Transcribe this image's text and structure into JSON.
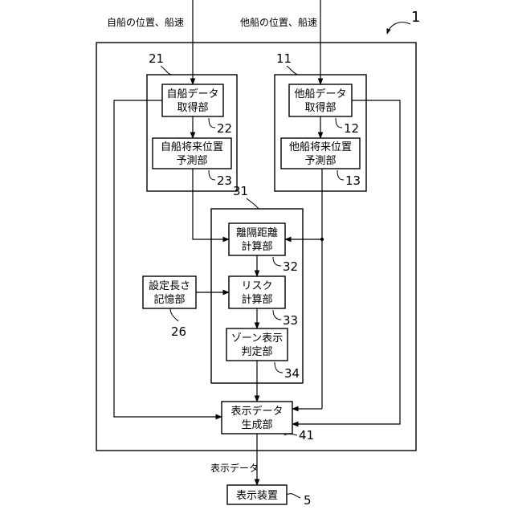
{
  "inputs": {
    "own_ship": "自船の位置、船速",
    "other_ship": "他船の位置、船速"
  },
  "references": {
    "system": "1",
    "group_own": "21",
    "group_other": "11",
    "group_calc": "31",
    "own_data_acq": "22",
    "own_future": "23",
    "other_data_acq": "12",
    "other_future": "13",
    "distance_calc": "32",
    "risk_calc": "33",
    "zone_judge": "34",
    "setting_storage": "26",
    "display_gen": "41",
    "display_device": "5"
  },
  "blocks": {
    "own_data_acq": [
      "自船データ",
      "取得部"
    ],
    "own_future": [
      "自船将来位置",
      "予測部"
    ],
    "other_data_acq": [
      "他船データ",
      "取得部"
    ],
    "other_future": [
      "他船将来位置",
      "予測部"
    ],
    "distance_calc": [
      "離隔距離",
      "計算部"
    ],
    "risk_calc": [
      "リスク",
      "計算部"
    ],
    "setting_storage": [
      "設定長さ",
      "記憶部"
    ],
    "zone_judge": [
      "ゾーン表示",
      "判定部"
    ],
    "display_gen": [
      "表示データ",
      "生成部"
    ],
    "display_device": [
      "表示装置"
    ]
  },
  "flow_labels": {
    "display_data": "表示データ"
  }
}
